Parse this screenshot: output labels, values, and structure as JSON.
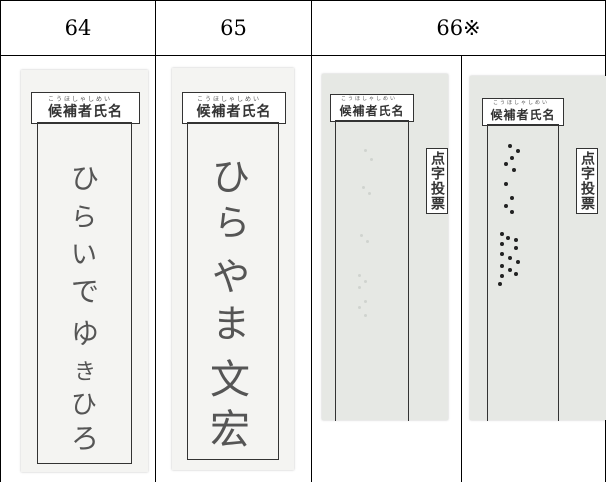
{
  "headers": [
    "64",
    "65",
    "66※"
  ],
  "ballot": {
    "header_label": "候補者氏名",
    "ruby": "こうほしゃしめい",
    "braille_tag": "点字投票"
  },
  "handwriting": {
    "col64": [
      "ひ",
      "ら",
      "い",
      "で",
      "ゆ",
      "き",
      "ひ",
      "ろ"
    ],
    "col65": [
      "ひ",
      "ら",
      "や",
      "ま",
      "文",
      "宏"
    ]
  }
}
